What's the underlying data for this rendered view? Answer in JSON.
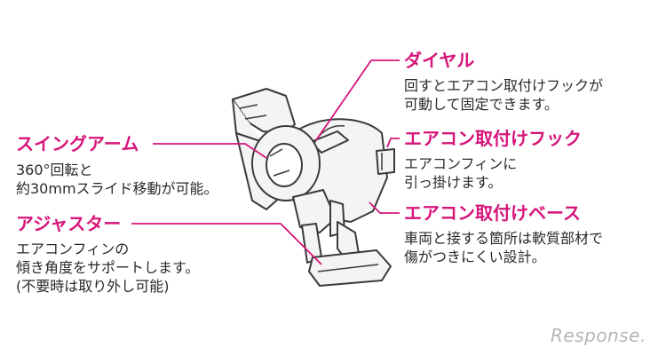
{
  "labels": {
    "dial": "ダイヤル",
    "hook": "エアコン取付けフック",
    "base": "エアコン取付けベース",
    "swing_arm": "スイングアーム",
    "adjuster": "アジャスター"
  },
  "descriptions": {
    "dial": [
      "回すとエアコン取付けフックが",
      "可動して固定できます。"
    ],
    "hook": [
      "エアコンフィンに",
      "引っ掛けます。"
    ],
    "base": [
      "車両と接する箇所は軟質部材で",
      "傷がつきにくい設計。"
    ],
    "swing_arm": [
      "360°回転と",
      "約30mmスライド移動が可能。"
    ],
    "adjuster": [
      "エアコンフィンの",
      "傾き角度をサポートします。",
      "(不要時は取り外し可能)"
    ]
  },
  "watermark": "Response.",
  "colors": {
    "accent": "#d6157a",
    "text": "#2a2a2a",
    "watermark": "#b5b5b5"
  }
}
